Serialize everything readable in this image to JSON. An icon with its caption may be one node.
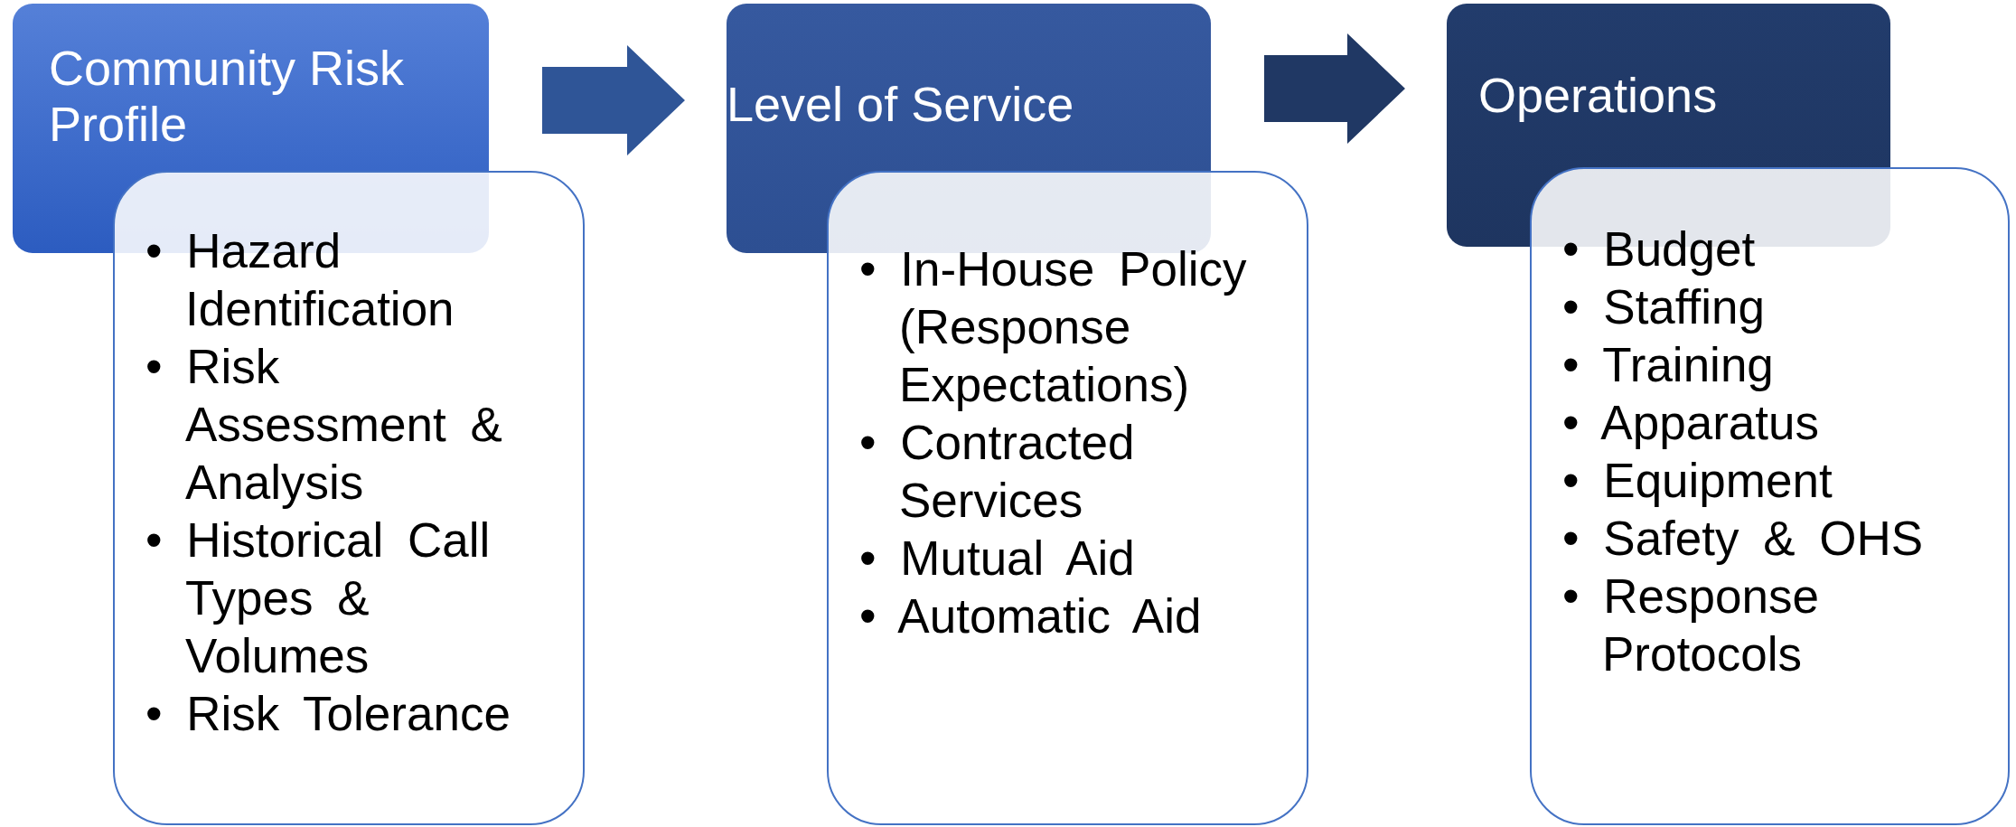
{
  "diagram": {
    "nodes": [
      {
        "text": [
          "Community Risk Profile"
        ]
      },
      {
        "text": [
          "• Hazard Identification",
          "• Risk Assessment & Analysis",
          "• Historical Call Types & Volumes",
          "• Risk Tolerance"
        ]
      },
      {
        "text": [
          "Level of Service"
        ]
      },
      {
        "text": [
          "• In-House Policy (Response Expectations)",
          "• Contracted Services",
          "• Mutual Aid",
          "• Automatic Aid"
        ]
      },
      {
        "text": [
          "Operations"
        ]
      },
      {
        "text": [
          "• Budget",
          "• Staffing",
          "• Training",
          "• Apparatus",
          "• Equipment",
          "• Safety & OHS",
          "• Response Protocols"
        ]
      }
    ],
    "edges": [
      {
        "from": 0,
        "to": 2,
        "arrow": "to",
        "color": "#2f5597"
      },
      {
        "from": 2,
        "to": 4,
        "arrow": "to",
        "color": "#203864"
      }
    ]
  }
}
